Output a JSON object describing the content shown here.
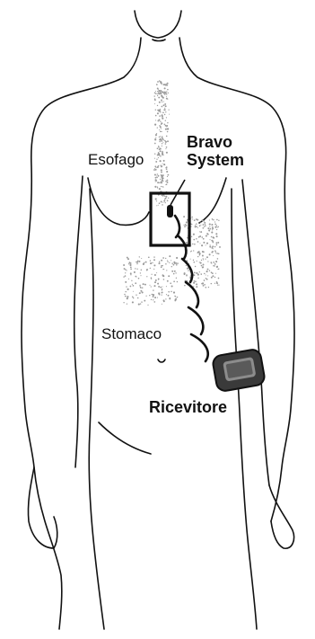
{
  "labels": {
    "esophagus": "Esofago",
    "device_line1": "Bravo",
    "device_line2": "System",
    "stomach": "Stomaco",
    "receiver": "Ricevitore"
  },
  "colors": {
    "ink": "#111111",
    "receiver_body": "#3a3a3a",
    "receiver_screen": "#8c8c8c",
    "stipple": "#9a9a9a"
  }
}
